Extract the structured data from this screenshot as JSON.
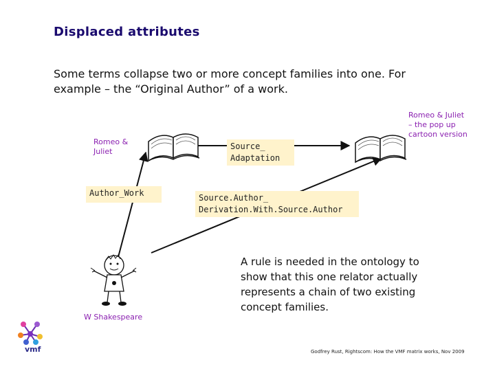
{
  "slide": {
    "title": "Displaced attributes",
    "intro": "Some terms collapse two or more concept families into one. For example – the “Original Author” of a work."
  },
  "diagram": {
    "romeo_left": "Romeo & Juliet",
    "romeo_right": "Romeo & Juliet – the pop up cartoon version",
    "source_adaptation": "Source_ Adaptation",
    "author_work": "Author_Work",
    "source_author": "Source.Author_ Derivation.With.Source.Author",
    "shakespeare": "W Shakespeare",
    "rule_text": "A rule is needed in the ontology to show that this one relator actually represents a chain of two existing concept families."
  },
  "footer": {
    "credit": "Godfrey Rust, Rightscom: How the VMF matrix works, Nov 2009",
    "logo": "vmf"
  },
  "icons": [
    "book-icon",
    "book-icon",
    "cartoon-figure-icon",
    "vmf-logo-icon"
  ],
  "colors": {
    "title": "#1a0a6e",
    "label": "#8a1fb0",
    "box": "#fff3cc"
  }
}
